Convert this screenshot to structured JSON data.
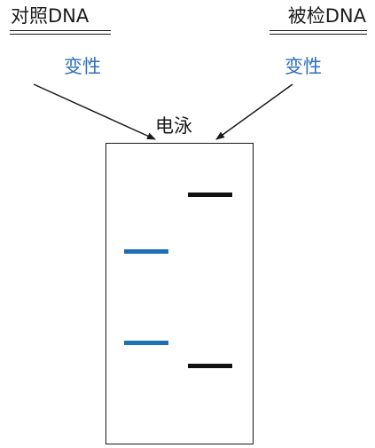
{
  "samples": {
    "control_label": "对照DNA",
    "test_label": "被检DNA"
  },
  "steps": {
    "denature_left": "变性",
    "denature_right": "变性",
    "electrophoresis": "电泳"
  },
  "gel": {
    "lanes": [
      {
        "lane": "control",
        "color": "#1f6fb5",
        "band_count": 2
      },
      {
        "lane": "test",
        "color": "#111111",
        "band_count": 2
      }
    ]
  },
  "colors": {
    "process_text": "#2e6fba",
    "control_band": "#1f6fb5",
    "test_band": "#111111",
    "text": "#1a1a1a"
  }
}
